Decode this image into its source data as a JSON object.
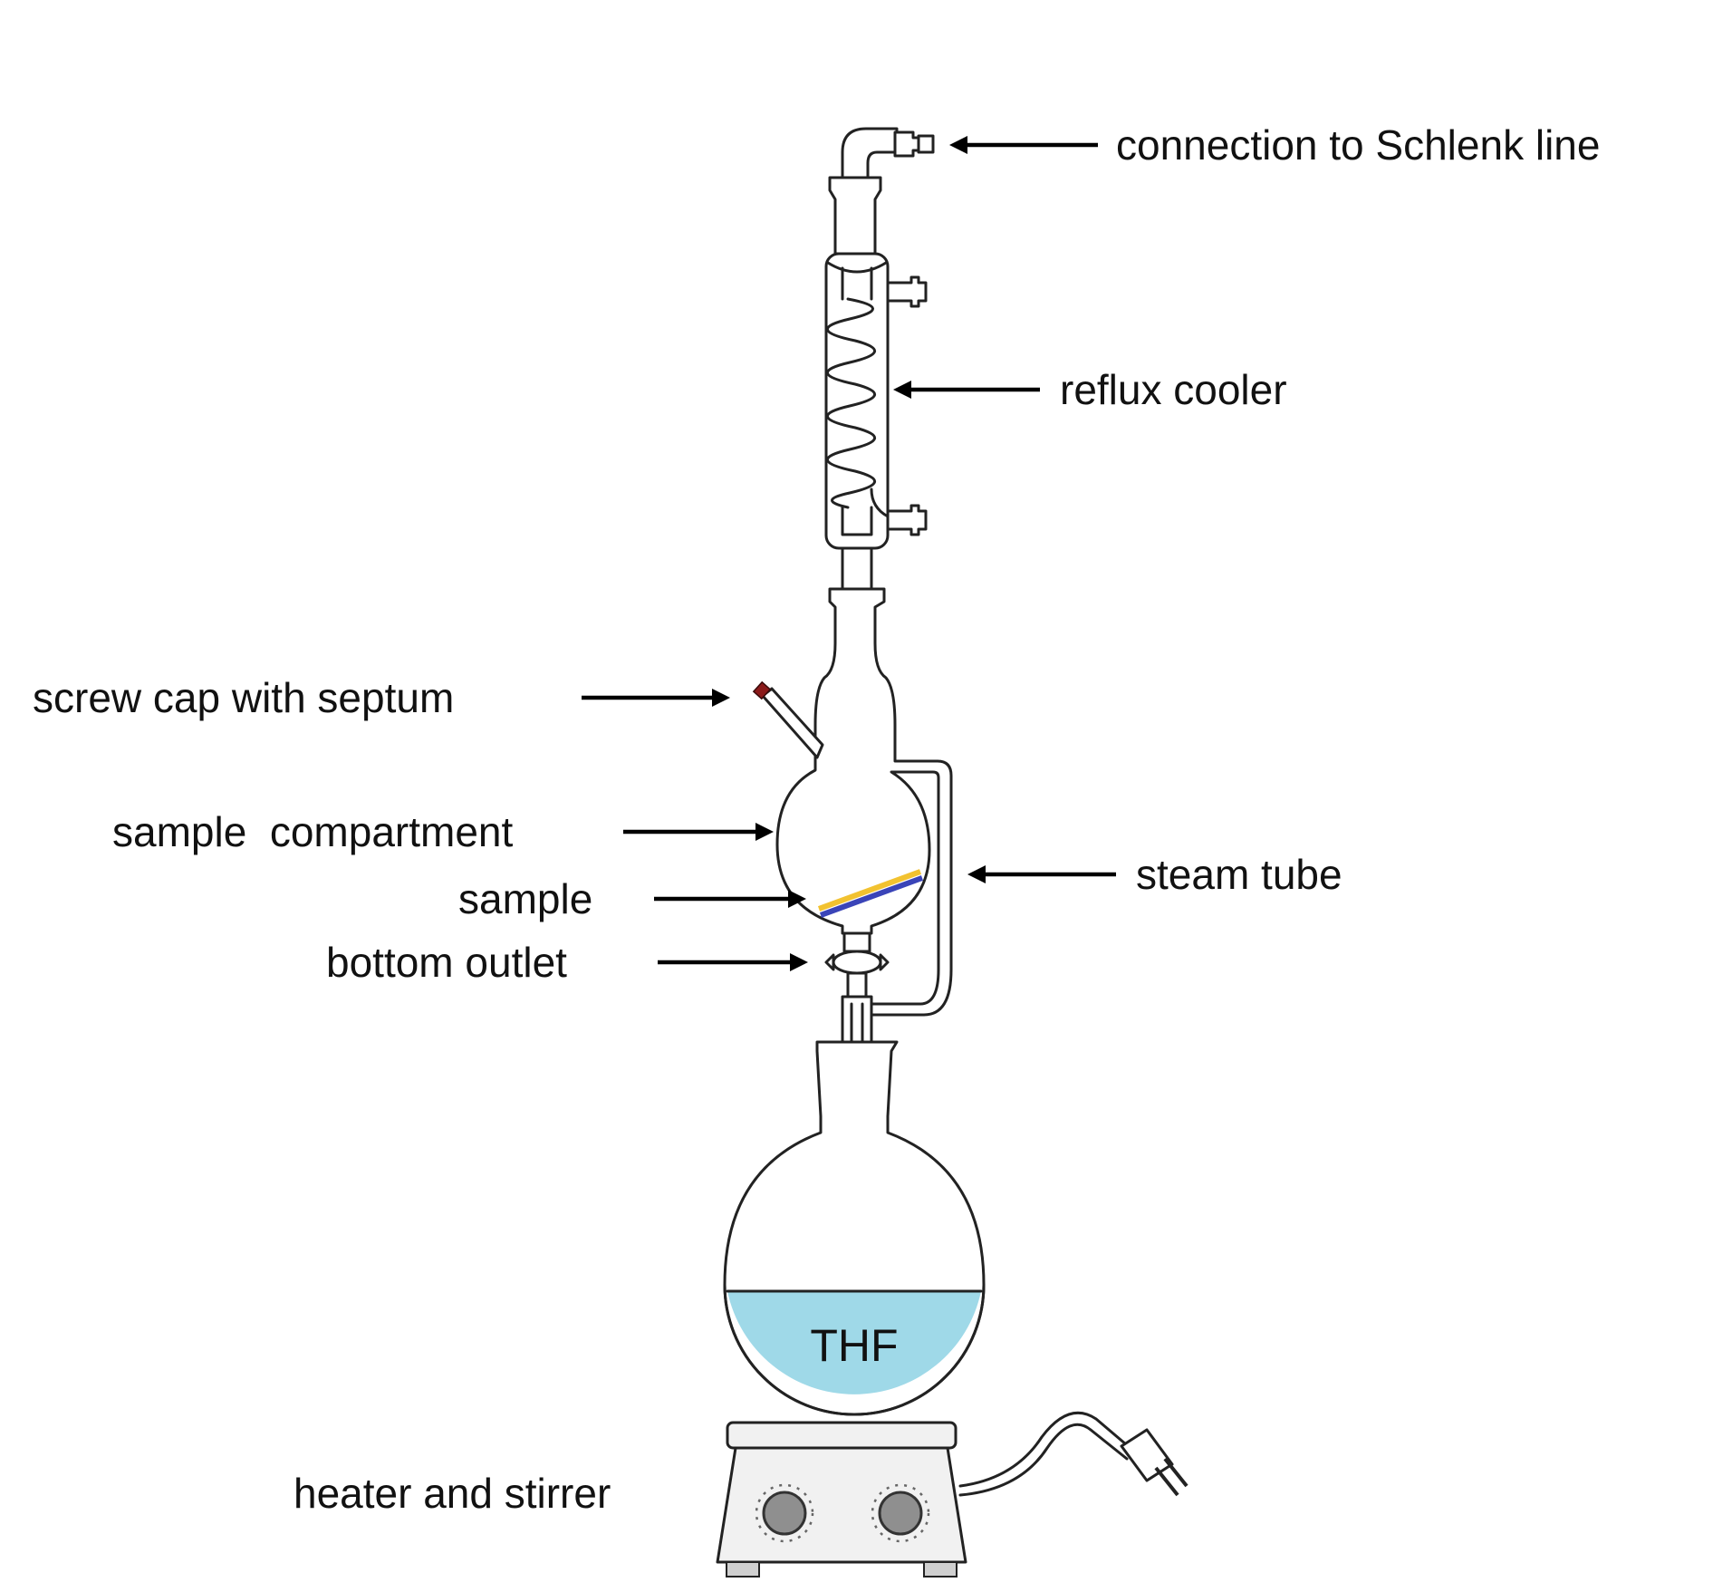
{
  "labels": {
    "schlenk": "connection to Schlenk line",
    "cooler": "reflux cooler",
    "screw_cap": "screw cap with septum",
    "compartment": "sample  compartment",
    "sample": "sample",
    "outlet": "bottom outlet",
    "steam": "steam tube",
    "heater": "heater and stirrer",
    "solvent": "THF"
  },
  "colors": {
    "solvent": "#9fd9e8",
    "septum": "#8b1a1a",
    "sample_top": "#f2c230",
    "sample_bottom": "#3a44b8",
    "hotplate": "#f1f1f1",
    "knob": "#8f8f8f"
  }
}
